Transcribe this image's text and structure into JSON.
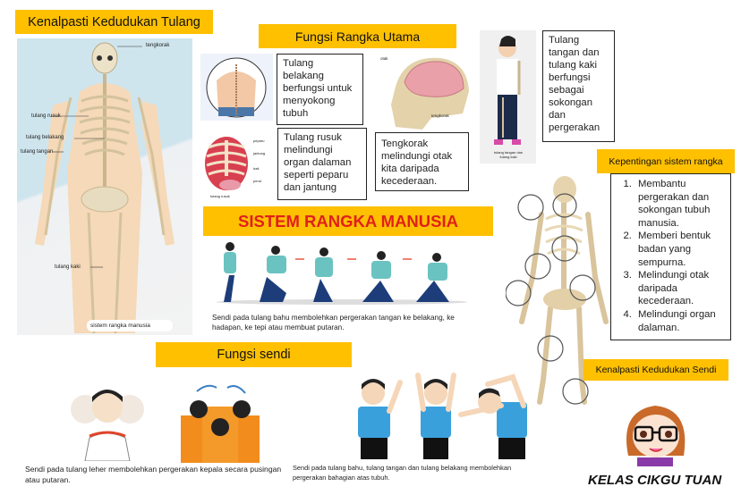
{
  "colors": {
    "banner": "#FFC000",
    "main_title": "#E0201C"
  },
  "bone_position": {
    "title": "Kenalpasti Kedudukan Tulang",
    "labels": {
      "skull": "tengkorak",
      "ribs": "tulang rusuk",
      "spine": "tulang belakang",
      "arm": "tulang tangan",
      "leg": "tulang kaki"
    },
    "caption": "sistem rangka manusia"
  },
  "main_functions": {
    "title": "Fungsi Rangka Utama",
    "spine_text": "Tulang belakang berfungsi untuk menyokong tubuh",
    "ribs_text": "Tulang rusuk melindungi organ dalaman seperti peparu dan jantung",
    "ribs_image_labels": [
      "peparu",
      "jantung",
      "hati",
      "perut"
    ],
    "ribs_image_caption": "tulang rusuk",
    "skull_text": "Tengkorak melindungi otak kita daripada kecederaan.",
    "skull_image_labels": {
      "brain": "otak",
      "skull": "tengkorak"
    },
    "limbs_text": "Tulang tangan dan tulang kaki berfungsi sebagai sokongan dan pergerakan",
    "limbs_image_caption": "tulang tangan dan tulang kaki"
  },
  "main_title": "SISTEM RANGKA MANUSIA",
  "shoulder_caption": "Sendi pada tulang bahu membolehkan pergerakan tangan ke belakang, ke hadapan, ke tepi atau membuat putaran.",
  "joint_functions": {
    "title": "Fungsi sendi",
    "neck_caption": "Sendi pada tulang leher membolehkan pergerakan kepala secara pusingan atau putaran.",
    "upper_body_caption": "Sendi pada tulang bahu, tulang tangan dan tulang belakang membolehkan pergerakan bahagian atas tubuh."
  },
  "importance": {
    "title": "Kepentingan sistem rangka",
    "items": [
      "Membantu pergerakan dan sokongan tubuh manusia.",
      "Memberi bentuk badan yang sempurna.",
      "Melindungi otak daripada kecederaan.",
      "Melindungi organ dalaman."
    ]
  },
  "joint_position_title": "Kenalpasti Kedudukan Sendi",
  "brand": "KELAS CIKGU TUAN"
}
